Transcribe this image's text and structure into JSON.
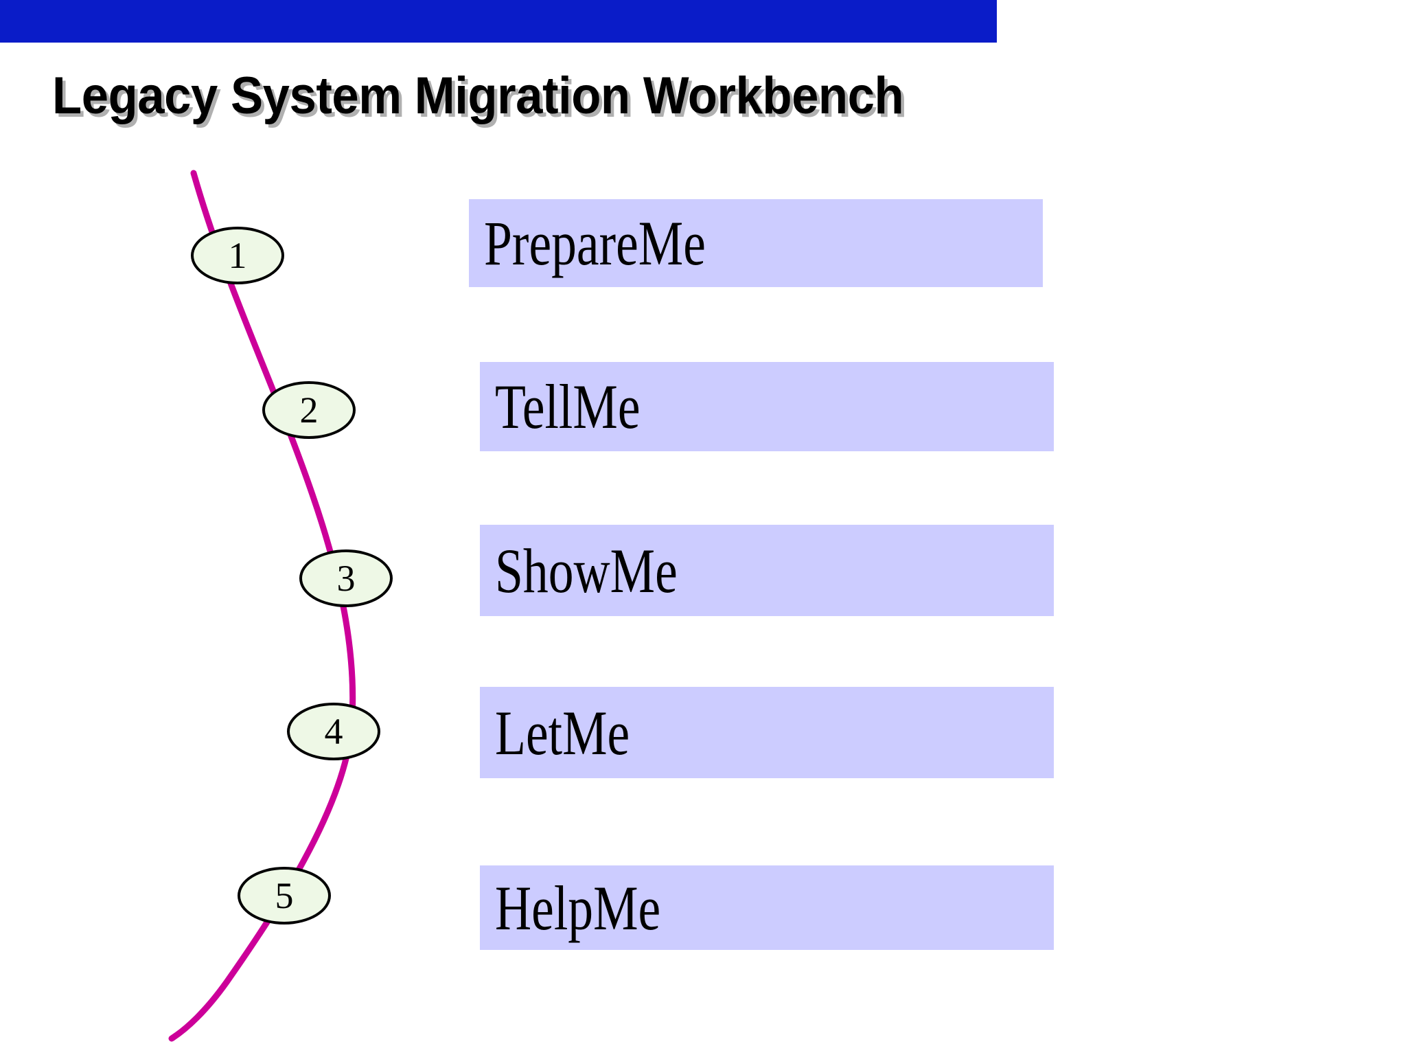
{
  "slide": {
    "title": "Legacy System Migration Workbench",
    "header_bar_color": "#0A1CC8",
    "background_color": "#FFFFFF"
  },
  "flow": {
    "curve_color": "#CC0099",
    "node_fill_color": "#EEF8E6",
    "node_border_color": "#000000",
    "steps": [
      {
        "number": "1",
        "label": "PrepareMe"
      },
      {
        "number": "2",
        "label": "TellMe"
      },
      {
        "number": "3",
        "label": "ShowMe"
      },
      {
        "number": "4",
        "label": "LetMe"
      },
      {
        "number": "5",
        "label": "HelpMe"
      }
    ],
    "box_fill_color": "#CCCCFF",
    "box_text_color": "#000000"
  }
}
